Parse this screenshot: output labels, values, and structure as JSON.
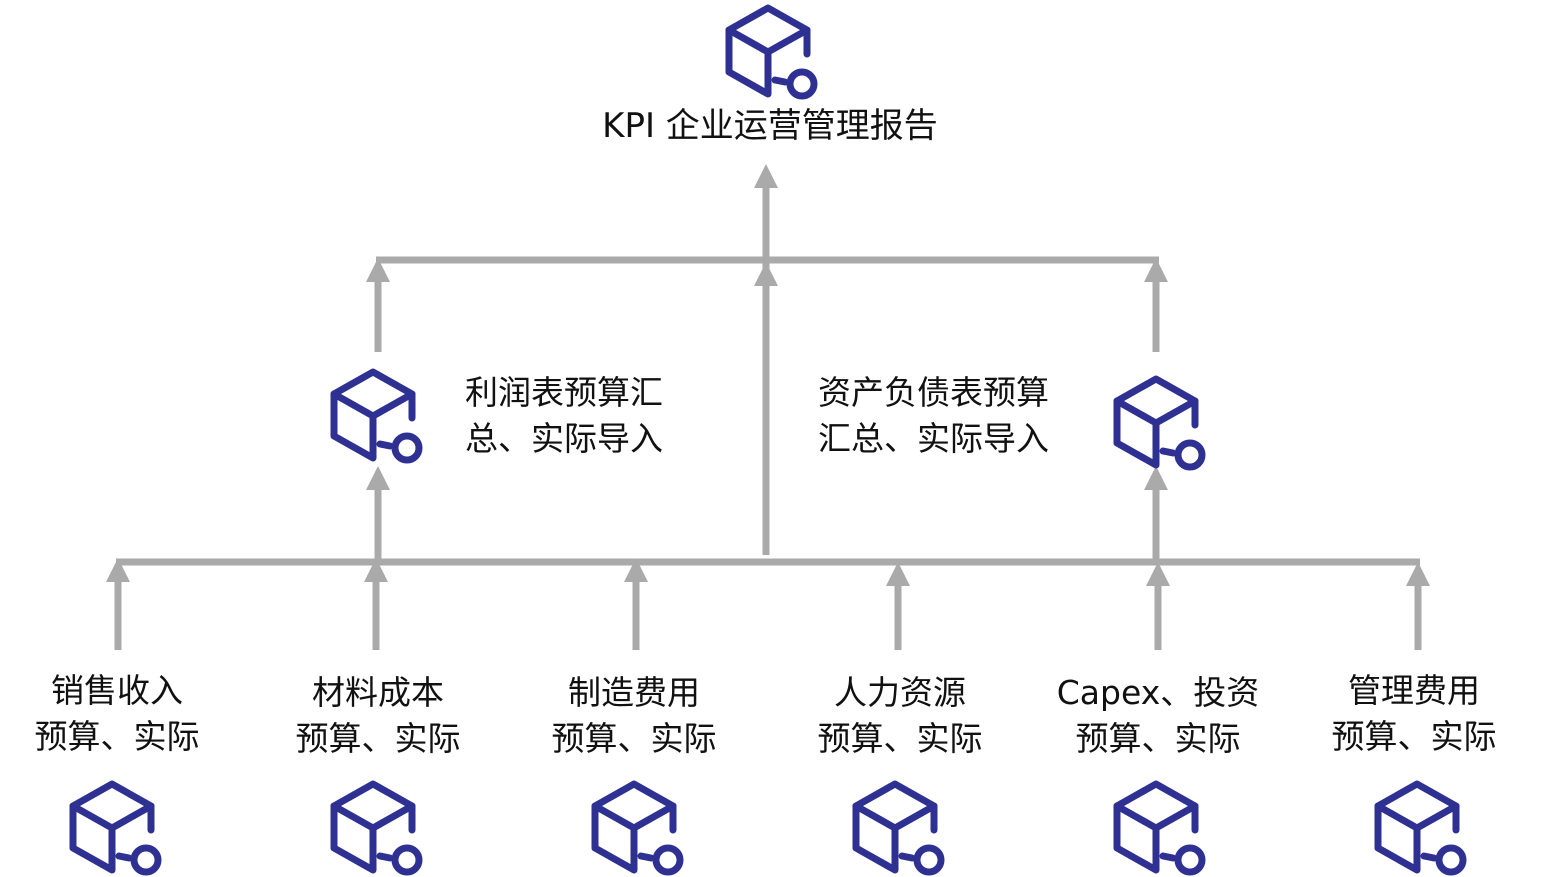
{
  "colors": {
    "icon": "#2f3192",
    "connector": "#aaaaaa",
    "text": "#111111"
  },
  "icon_name": "box-key-icon",
  "top": {
    "label": "KPI 企业运营管理报告"
  },
  "middle": [
    {
      "line1": "利润表预算汇",
      "line2": "总、实际导入"
    },
    {
      "line1": "资产负债表预算",
      "line2": "汇总、实际导入"
    }
  ],
  "leaves": [
    {
      "line1": "销售收入",
      "line2": "预算、实际"
    },
    {
      "line1": "材料成本",
      "line2": "预算、实际"
    },
    {
      "line1": "制造费用",
      "line2": "预算、实际"
    },
    {
      "line1": "人力资源",
      "line2": "预算、实际"
    },
    {
      "line1": "Capex、投资",
      "line2": "预算、实际"
    },
    {
      "line1": "管理费用",
      "line2": "预算、实际"
    }
  ]
}
